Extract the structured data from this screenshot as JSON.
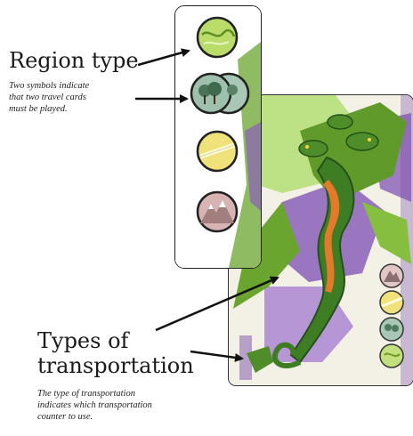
{
  "labels": {
    "region_title": "Region type",
    "region_note_lines": [
      "Two symbols indicate",
      "that two travel cards",
      "must be played."
    ],
    "transport_title_lines": [
      "Types of",
      "transportation"
    ],
    "transport_note_lines": [
      "The type of transportation",
      "indicates which transportation",
      "counter to use."
    ]
  },
  "region_symbols": [
    "plains-symbol",
    "forest-symbol",
    "desert-symbol",
    "mountain-symbol"
  ],
  "transport_symbols": [
    "mountain-symbol",
    "desert-symbol",
    "forest-symbol",
    "plains-symbol"
  ],
  "colors": {
    "plains": "#b9dc6a",
    "forest": "#8fb7a0",
    "desert": "#efe27a",
    "mountain": "#d7b3b3",
    "dragon_green": "#6aa52f",
    "dragon_purple": "#8a5fb8"
  }
}
